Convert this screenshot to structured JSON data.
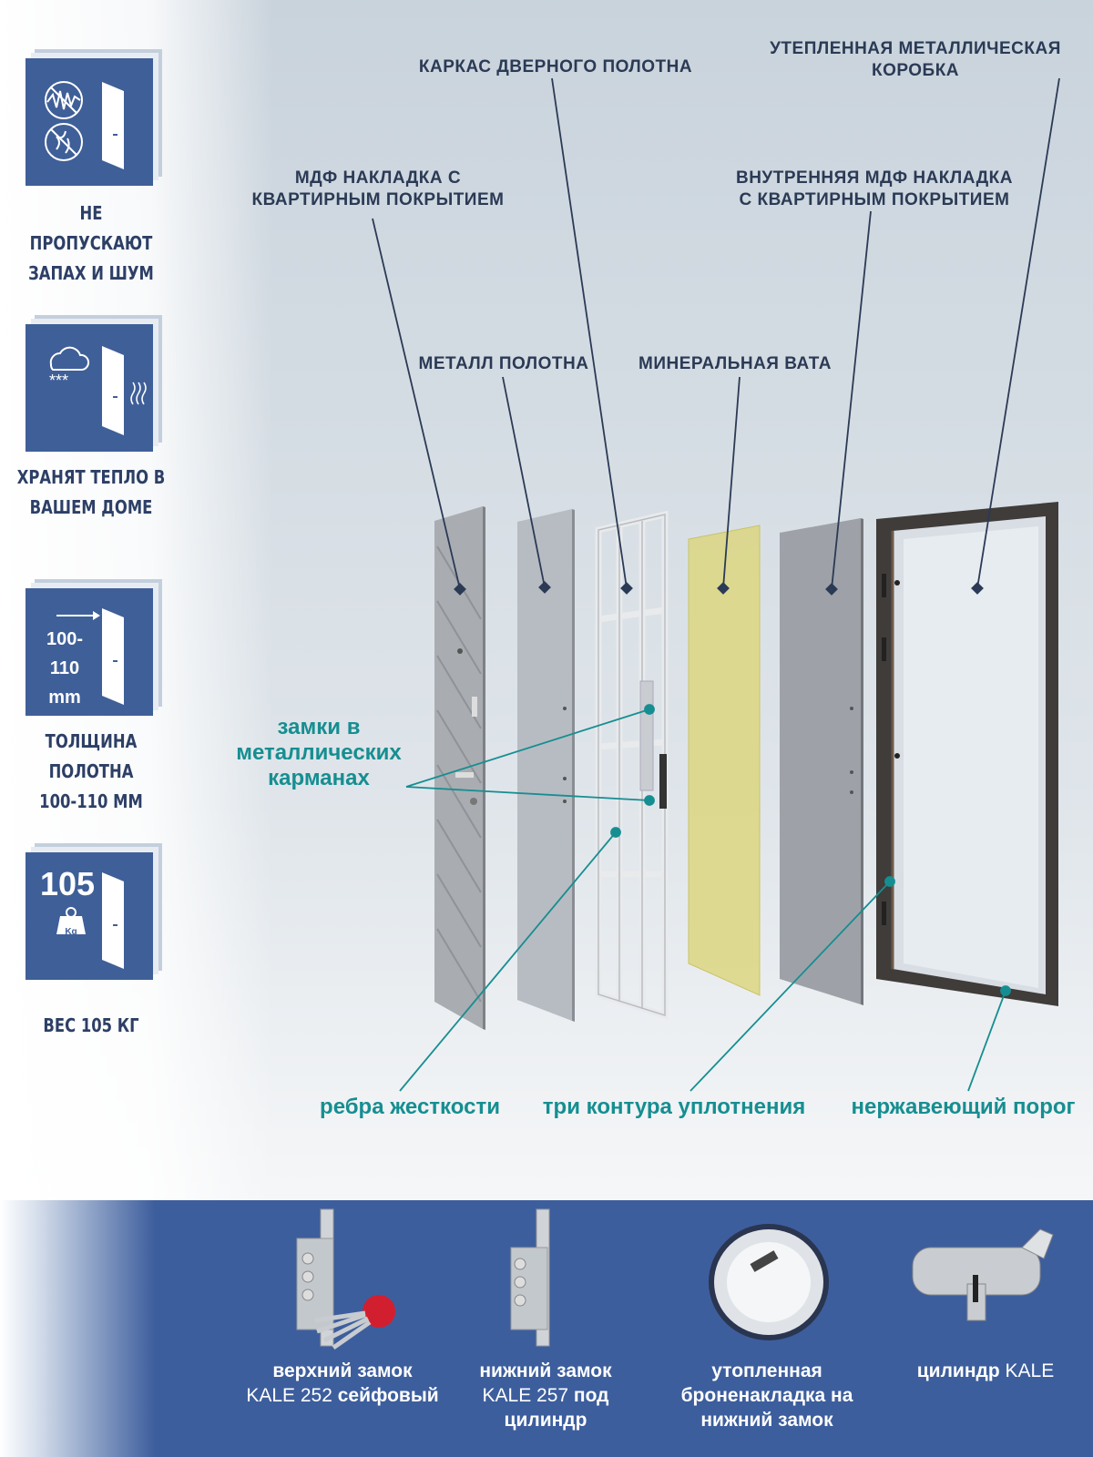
{
  "features": [
    {
      "label_line1": "НЕ ПРОПУСКАЮТ",
      "label_line2": "ЗАПАХ И ШУМ",
      "icon": "noise-smell-block-icon"
    },
    {
      "label_line1": "ХРАНЯТ ТЕПЛО В",
      "label_line2": "ВАШЕМ ДОМЕ",
      "icon": "snow-heat-icon"
    },
    {
      "label_line1": "ТОЛЩИНА ПОЛОТНА",
      "label_line2": "100-110 ММ",
      "icon": "thickness-icon",
      "icon_text_1": "100-",
      "icon_text_2": "110 mm"
    },
    {
      "label_line1": "ВЕС 105 КГ",
      "label_line2": "",
      "icon": "weight-icon",
      "icon_text_1": "105",
      "icon_text_2": "Kg"
    }
  ],
  "callouts": {
    "frame_title_line1": "УТЕПЛЕННАЯ МЕТАЛЛИЧЕСКАЯ",
    "frame_title_line2": "КОРОБКА",
    "carcass": "КАРКАС ДВЕРНОГО ПОЛОТНА",
    "mdf_outer_line1": "МДФ НАКЛАДКА С",
    "mdf_outer_line2": "КВАРТИРНЫМ ПОКРЫТИЕМ",
    "mdf_inner_line1": "ВНУТРЕННЯЯ МДФ НАКЛАДКА",
    "mdf_inner_line2": "С КВАРТИРНЫМ ПОКРЫТИЕМ",
    "metal": "МЕТАЛЛ ПОЛОТНА",
    "wool": "МИНЕРАЛЬНАЯ ВАТА"
  },
  "highlights": {
    "locks_line1": "замки в",
    "locks_line2": "металлических",
    "locks_line3": "карманах",
    "ribs": "ребра жесткости",
    "seals": "три контура уплотнения",
    "threshold": "нержавеющий порог"
  },
  "products": [
    {
      "name": "upper-lock",
      "l1_bold": "верхний замок",
      "l2_thin": "KALE 252",
      "l2_bold": " сейфовый",
      "l3": ""
    },
    {
      "name": "lower-lock",
      "l1_bold": "нижний замок",
      "l2_thin": "KALE 257",
      "l2_bold": " под",
      "l3": "цилиндр"
    },
    {
      "name": "armor-plate",
      "l1_bold": "утопленная",
      "l2_thin": "",
      "l2_bold": "броненакладка на",
      "l3": "нижний замок"
    },
    {
      "name": "cylinder",
      "l1_bold": "цилиндр",
      "l2_thin": " KALE",
      "l2_bold": "",
      "l3": ""
    }
  ],
  "colors": {
    "navy": "#3f5f98",
    "teal": "#168e91",
    "text": "#2b3a55",
    "wool": "#dcd680"
  }
}
